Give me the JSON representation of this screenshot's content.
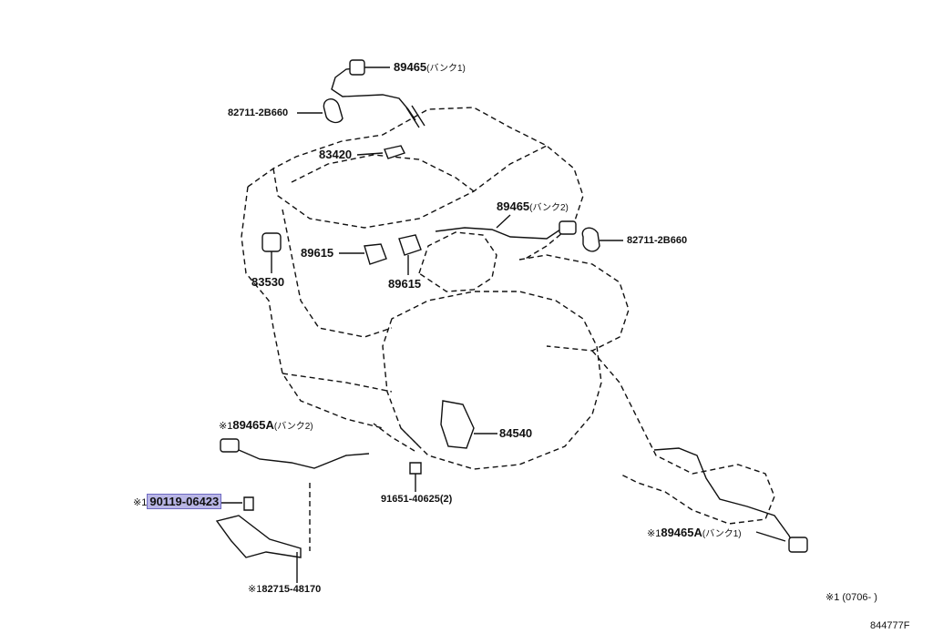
{
  "parts": [
    {
      "id": "p1",
      "mark": "",
      "number": "89465",
      "note": "(バンク1)"
    },
    {
      "id": "p2",
      "mark": "",
      "number": "82711-2B660",
      "note": ""
    },
    {
      "id": "p3",
      "mark": "",
      "number": "83420",
      "note": ""
    },
    {
      "id": "p4",
      "mark": "",
      "number": "89465",
      "note": "(バンク2)"
    },
    {
      "id": "p5",
      "mark": "",
      "number": "82711-2B660",
      "note": ""
    },
    {
      "id": "p6",
      "mark": "",
      "number": "89615",
      "note": ""
    },
    {
      "id": "p7",
      "mark": "",
      "number": "89615",
      "note": ""
    },
    {
      "id": "p8",
      "mark": "",
      "number": "83530",
      "note": ""
    },
    {
      "id": "p9",
      "mark": "※1",
      "number": "89465A",
      "note": "(バンク2)"
    },
    {
      "id": "p10",
      "mark": "",
      "number": "84540",
      "note": ""
    },
    {
      "id": "p11",
      "mark": "※1",
      "number": "90119-06423",
      "note": ""
    },
    {
      "id": "p12",
      "mark": "",
      "number": "91651-40625(2)",
      "note": ""
    },
    {
      "id": "p13",
      "mark": "※1",
      "number": "89465A",
      "note": "(バンク1)"
    },
    {
      "id": "p14",
      "mark": "※1",
      "number": "82715-48170",
      "note": ""
    }
  ],
  "footnote": "※1 (0706-     )",
  "figure_code": "844777F",
  "highlight_color": "#b9b6e6"
}
